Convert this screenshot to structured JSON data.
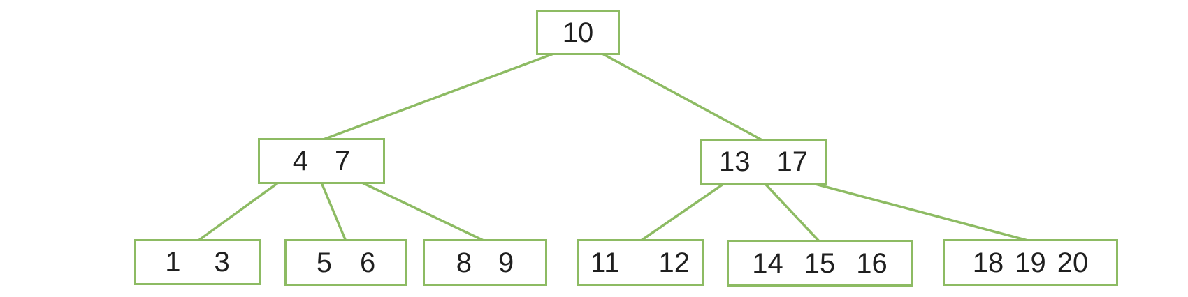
{
  "diagram": {
    "type": "b-tree",
    "colors": {
      "line": "#8dbb63",
      "node_border": "#8dbb63",
      "node_fill": "#ffffff",
      "text": "#1f1f1f",
      "background": "#ffffff"
    },
    "nodes": [
      {
        "id": "root",
        "keys": [
          "10"
        ]
      },
      {
        "id": "n47",
        "keys": [
          "4",
          "7"
        ]
      },
      {
        "id": "n1317",
        "keys": [
          "13",
          "17"
        ]
      },
      {
        "id": "c13",
        "keys": [
          "1",
          "3"
        ]
      },
      {
        "id": "c56",
        "keys": [
          "5",
          "6"
        ]
      },
      {
        "id": "c89",
        "keys": [
          "8",
          "9"
        ]
      },
      {
        "id": "c1112",
        "keys": [
          "11",
          "12"
        ]
      },
      {
        "id": "c141516",
        "keys": [
          "14",
          "15",
          "16"
        ]
      },
      {
        "id": "c181920",
        "keys": [
          "18",
          "19",
          "20"
        ]
      }
    ],
    "edges": [
      {
        "from": "root",
        "to": "n47"
      },
      {
        "from": "root",
        "to": "n1317"
      },
      {
        "from": "n47",
        "to": "c13"
      },
      {
        "from": "n47",
        "to": "c56"
      },
      {
        "from": "n47",
        "to": "c89"
      },
      {
        "from": "n1317",
        "to": "c1112"
      },
      {
        "from": "n1317",
        "to": "c141516"
      },
      {
        "from": "n1317",
        "to": "c181920"
      }
    ]
  }
}
